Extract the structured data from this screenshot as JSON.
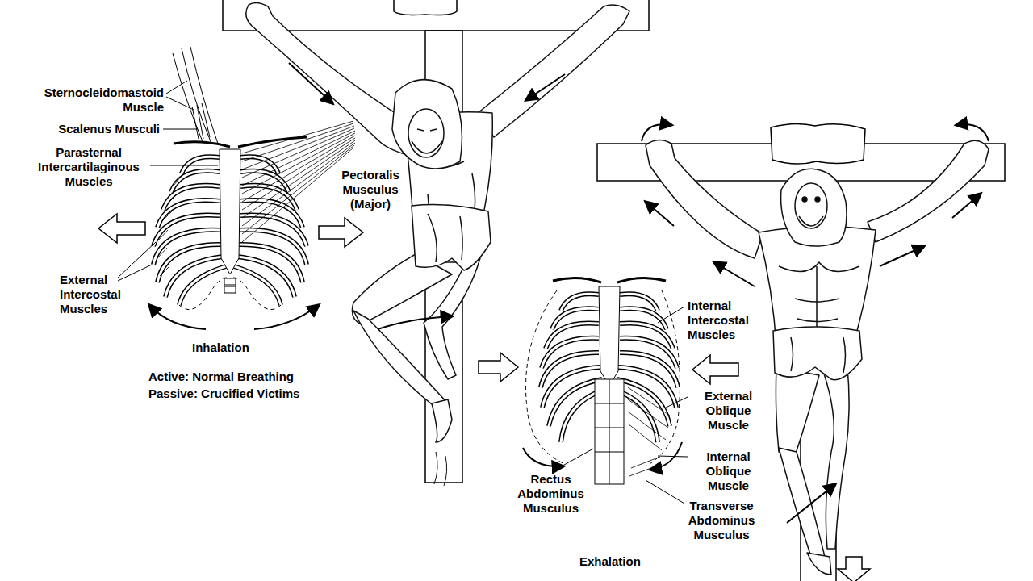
{
  "diagram": {
    "labels": [
      "Sternocleidomastoid Muscle",
      "Scalenus Musculi",
      "Parasternal Intercartilaginous Muscles",
      "Pectoralis Musculus (Major)",
      "External Intercostal Muscles",
      "Inhalation",
      "Active: Normal Breathing",
      "Passive: Crucified Victims",
      "Internal Intercostal Muscles",
      "External Oblique Muscle",
      "Internal Oblique Muscle",
      "Rectus Abdominus Musculus",
      "Transverse Abdominus Musculus",
      "Exhalation"
    ]
  }
}
